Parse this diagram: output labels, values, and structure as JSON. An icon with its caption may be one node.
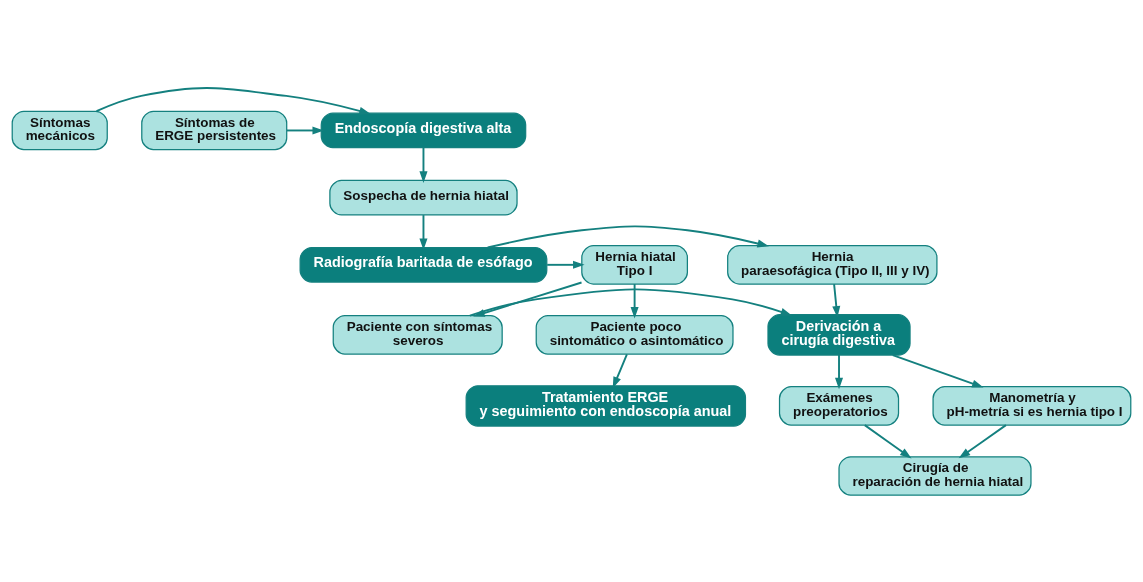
{
  "diagram": {
    "nodes": [
      {
        "text": [
          "Síntomas mecánicos"
        ]
      },
      {
        "text": [
          "Endoscopía digestiva alta"
        ]
      },
      {
        "text": [
          "Síntomas de ERGE persistentes"
        ]
      },
      {
        "text": [
          "Sospecha de hernia hiatal"
        ]
      },
      {
        "text": [
          "Hernia hiatal Tipo I"
        ]
      },
      {
        "text": [
          "Radiografía baritada de esófago"
        ]
      },
      {
        "text": [
          "Hernia paraesofágica (Tipo II, III y IV)"
        ]
      },
      {
        "text": [
          "Paciente poco sintomático o asintomático"
        ]
      },
      {
        "text": [
          "Paciente con síntomas severos"
        ]
      },
      {
        "text": [
          "Derivación a cirugía digestiva"
        ]
      },
      {
        "text": [
          "Tratamiento ERGE y seguimiento con endoscopía anual"
        ]
      },
      {
        "text": [
          "Manometría y pH-metría si es hernia tipo I"
        ]
      },
      {
        "text": [
          "Exámenes preoperatorios"
        ]
      },
      {
        "text": [
          "Cirugía de reparación de hernia hiatal"
        ]
      }
    ],
    "edges": [
      {
        "from": 0,
        "to": 1,
        "arrow": "to"
      },
      {
        "from": 2,
        "to": 1,
        "arrow": "to"
      },
      {
        "from": 1,
        "to": 3,
        "arrow": "to"
      },
      {
        "from": 3,
        "to": 5,
        "arrow": "to"
      },
      {
        "from": 5,
        "to": 4,
        "arrow": "to"
      },
      {
        "from": 5,
        "to": 6,
        "arrow": "to"
      },
      {
        "from": 4,
        "to": 7,
        "arrow": "to"
      },
      {
        "from": 4,
        "to": 8,
        "arrow": "to"
      },
      {
        "from": 8,
        "to": 9,
        "arrow": "to"
      },
      {
        "from": 6,
        "to": 9,
        "arrow": "to"
      },
      {
        "from": 7,
        "to": 10,
        "arrow": "to"
      },
      {
        "from": 9,
        "to": 11,
        "arrow": "to"
      },
      {
        "from": 9,
        "to": 12,
        "arrow": "to"
      },
      {
        "from": 11,
        "to": 13,
        "arrow": "to"
      },
      {
        "from": 12,
        "to": 13,
        "arrow": "to"
      }
    ]
  }
}
